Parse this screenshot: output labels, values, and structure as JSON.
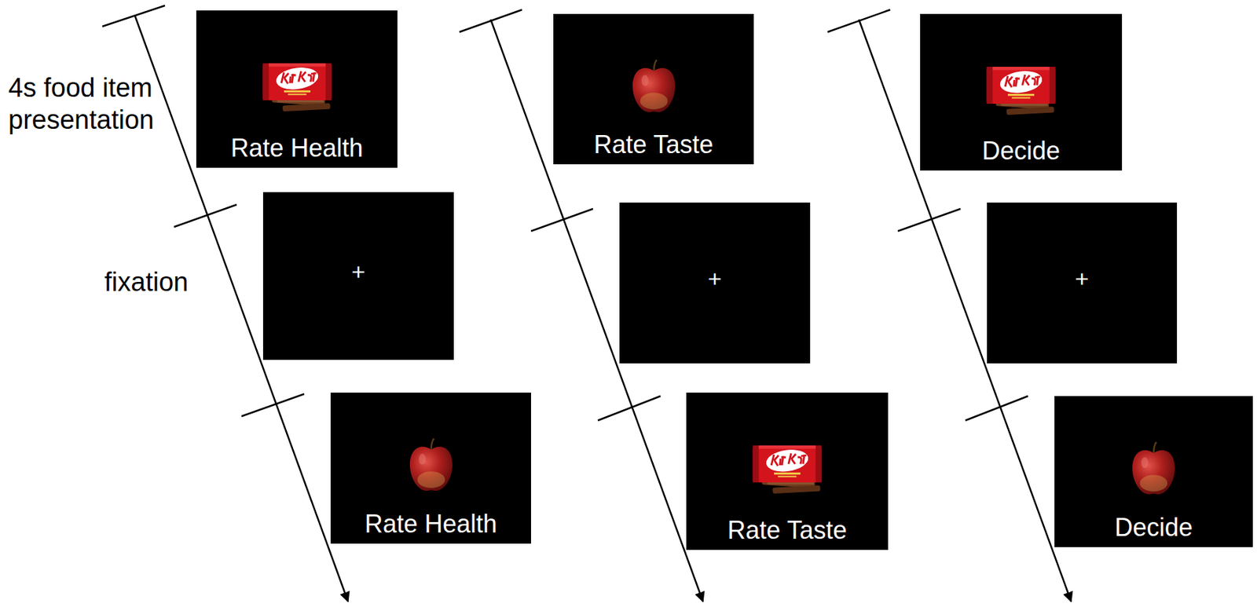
{
  "diagram": {
    "nodes": [
      {
        "text": [
          "Rate Health"
        ]
      },
      {
        "text": [
          "Rate Taste"
        ]
      },
      {
        "text": [
          "Decide"
        ]
      },
      {
        "text": [
          "+"
        ]
      },
      {
        "text": [
          "+"
        ]
      },
      {
        "text": [
          "+"
        ]
      },
      {
        "text": [
          "Rate Health"
        ]
      },
      {
        "text": [
          "Rate Taste"
        ]
      },
      {
        "text": [
          "Decide"
        ]
      }
    ],
    "labels": [
      "4s food item presentation",
      "fixation"
    ]
  }
}
